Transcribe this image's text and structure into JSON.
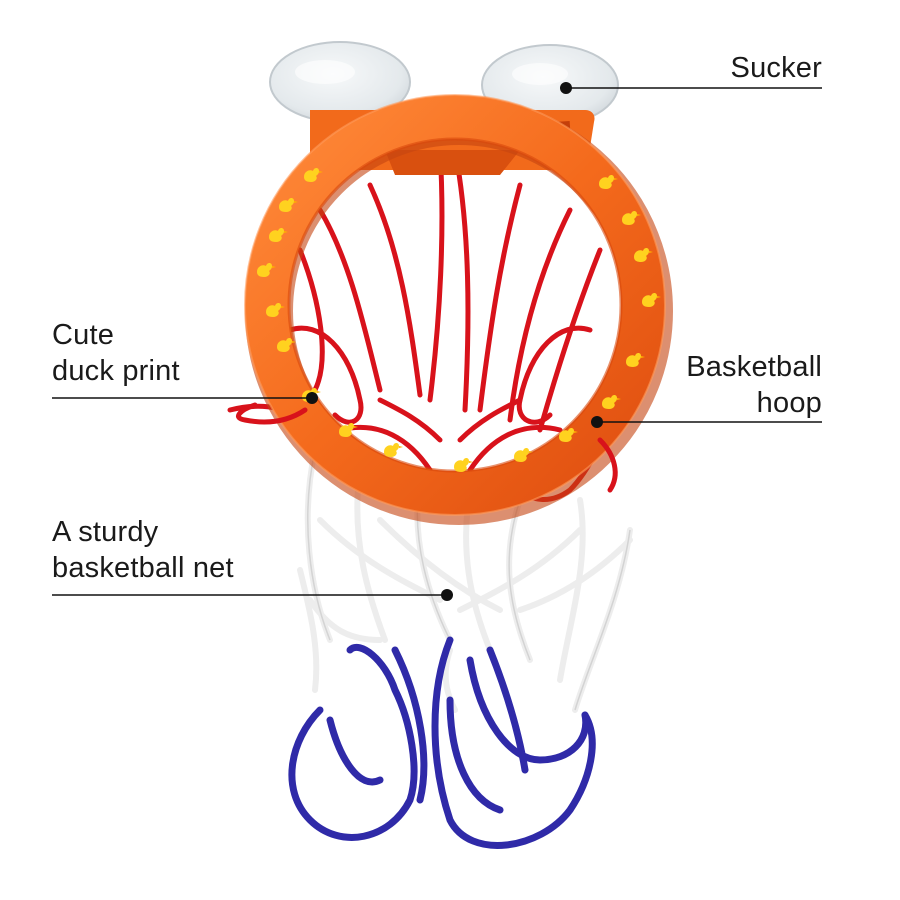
{
  "callouts": {
    "sucker": {
      "lines": [
        "Sucker"
      ]
    },
    "duck_print": {
      "lines": [
        "Cute",
        "duck print"
      ]
    },
    "hoop": {
      "lines": [
        "Basketball",
        "hoop"
      ]
    },
    "net": {
      "lines": [
        "A sturdy",
        "basketball net"
      ]
    }
  },
  "colors": {
    "hoop_orange": "#f26a1b",
    "hoop_dark": "#d8480c",
    "duck_yellow": "#ffd21f",
    "net_red": "#d8121b",
    "net_white": "#f2f2f2",
    "net_blue": "#2f2aa8",
    "sucker": "#e8ecef",
    "line": "#111111"
  }
}
